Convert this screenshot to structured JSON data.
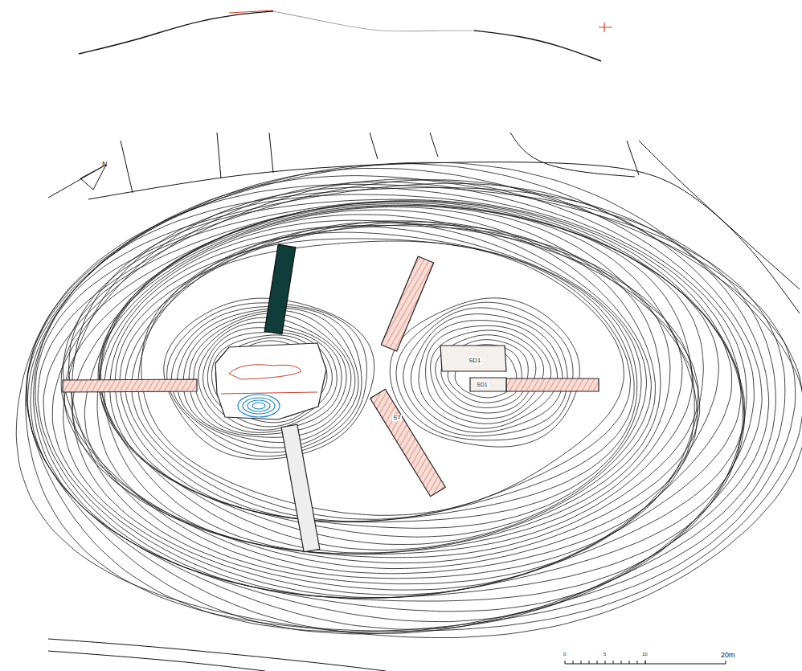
{
  "diagram": {
    "labels": [
      "N",
      "SD1",
      "SD1",
      "ST",
      "0",
      "5",
      "10",
      "20m"
    ]
  }
}
